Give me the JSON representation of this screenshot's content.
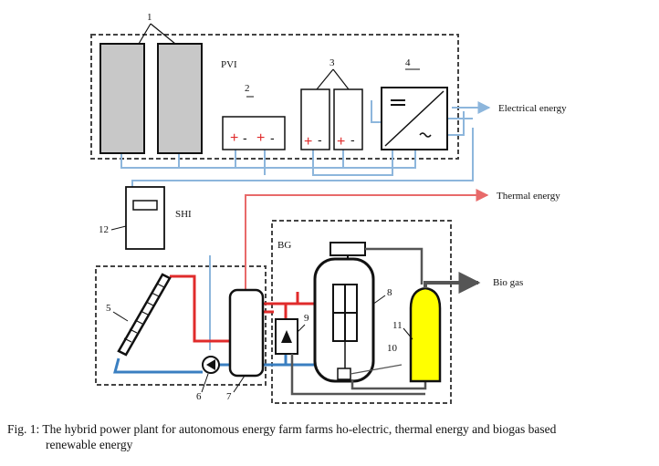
{
  "labels": {
    "n1": "1",
    "n2": "2",
    "n3": "3",
    "n4": "4",
    "n5": "5",
    "n6": "6",
    "n7": "7",
    "n8": "8",
    "n9": "9",
    "n10": "10",
    "n11": "11",
    "n12": "12"
  },
  "groups": {
    "pvi": "PVI",
    "shi": "SHI",
    "bg": "BG"
  },
  "outputs": {
    "electrical": "Electrical energy",
    "thermal": "Thermal energy",
    "biogas": "Bio gas"
  },
  "symbols": {
    "plus": "+",
    "minus": "-"
  },
  "caption": {
    "prefix": "Fig. 1:",
    "line1": "The hybrid power plant for autonomous energy farm farms ho-electric, thermal energy and biogas based",
    "line2": "renewable energy"
  },
  "colors": {
    "electric_line": "#8db6dc",
    "cold_water": "#3a7fc1",
    "hot_water": "#e02b2b",
    "thermal_line": "#e86a6a",
    "gas_line": "#555555",
    "gasholder": "#ffff00",
    "panel_fill": "#c8c8c8",
    "boundary": "#444444"
  }
}
